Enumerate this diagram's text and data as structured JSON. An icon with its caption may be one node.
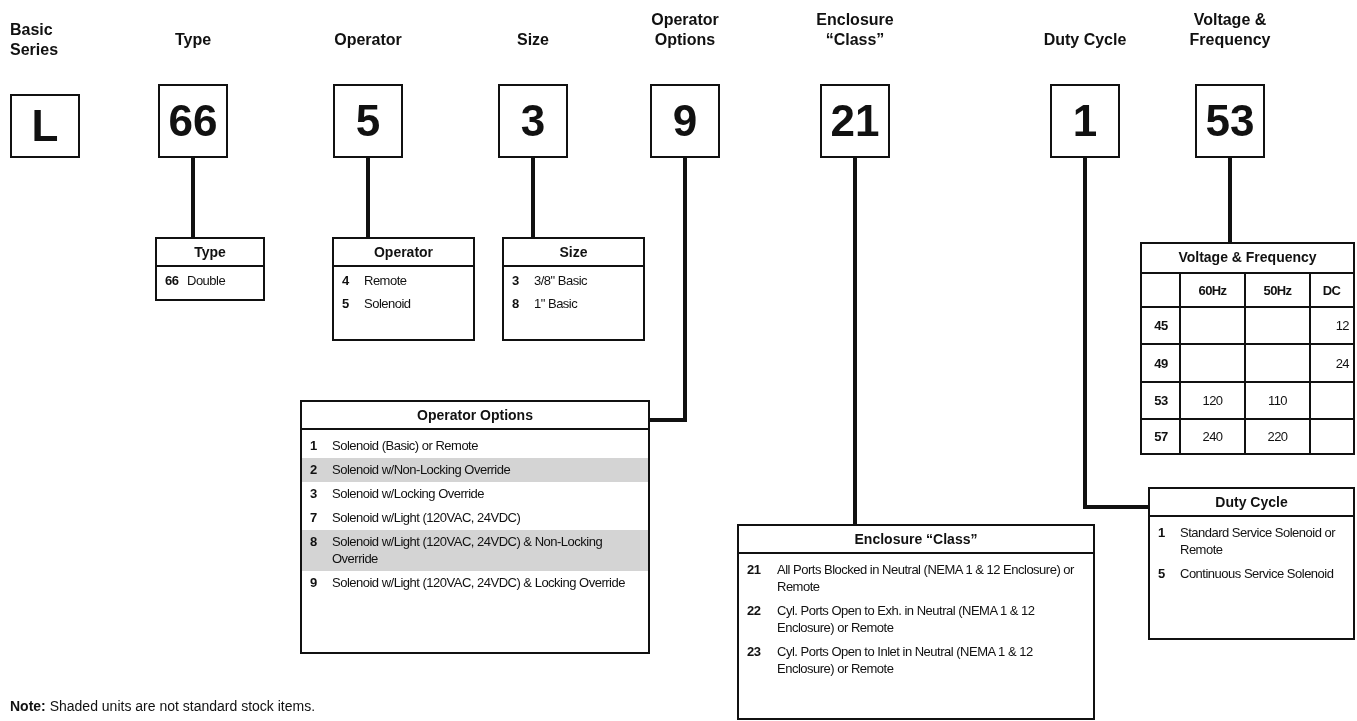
{
  "diagram": {
    "nodes": [
      {
        "text": [
          "Basic Series",
          "L"
        ]
      },
      {
        "text": [
          "Type",
          "66"
        ]
      },
      {
        "text": [
          "Operator",
          "5"
        ]
      },
      {
        "text": [
          "Size",
          "3"
        ]
      },
      {
        "text": [
          "Operator Options",
          "9"
        ]
      },
      {
        "text": [
          "Enclosure “Class”",
          "21"
        ]
      },
      {
        "text": [
          "Duty Cycle",
          "1"
        ]
      },
      {
        "text": [
          "Voltage & Frequency",
          "53"
        ]
      },
      {
        "text": [
          "Type",
          "66",
          "Double"
        ]
      },
      {
        "text": [
          "Operator",
          "4",
          "Remote",
          "5",
          "Solenoid"
        ]
      },
      {
        "text": [
          "Size",
          "3",
          "3/8\" Basic",
          "8",
          "1\" Basic"
        ]
      },
      {
        "text": [
          "Voltage & Frequency",
          "60Hz",
          "50Hz",
          "DC",
          "45",
          "12",
          "49",
          "24",
          "53",
          "120",
          "110",
          "57",
          "240",
          "220"
        ]
      },
      {
        "text": [
          "Operator Options",
          "1",
          "Solenoid (Basic) or Remote",
          "2",
          "Solenoid w/Non-Locking Override",
          "3",
          "Solenoid w/Locking Override",
          "7",
          "Solenoid w/Light (120VAC, 24VDC)",
          "8",
          "Solenoid w/Light (120VAC, 24VDC) & Non-Locking Override",
          "9",
          "Solenoid w/Light (120VAC, 24VDC) & Locking Override"
        ]
      },
      {
        "text": [
          "Duty Cycle",
          "1",
          "Standard Service Solenoid or Remote",
          "5",
          "Continuous Service Solenoid"
        ]
      },
      {
        "text": [
          "Enclosure “Class”",
          "21",
          "All Ports Blocked in Neutral (NEMA 1 & 12 Enclosure) or Remote",
          "22",
          "Cyl. Ports Open to Exh. in Neutral (NEMA 1 & 12 Enclosure) or Remote",
          "23",
          "Cyl. Ports Open to Inlet in Neutral (NEMA 1 & 12 Enclosure) or Remote"
        ]
      }
    ],
    "edges": [
      {
        "from": 1,
        "to": 8,
        "arrow": "none"
      },
      {
        "from": 2,
        "to": 9,
        "arrow": "none"
      },
      {
        "from": 3,
        "to": 10,
        "arrow": "none"
      },
      {
        "from": 7,
        "to": 11,
        "arrow": "none"
      },
      {
        "from": 4,
        "to": 12,
        "arrow": "none"
      },
      {
        "from": 6,
        "to": 13,
        "arrow": "none"
      },
      {
        "from": 5,
        "to": 14,
        "arrow": "none"
      }
    ],
    "labels": [
      "**Note:** Shaded units are not standard stock items."
    ]
  }
}
